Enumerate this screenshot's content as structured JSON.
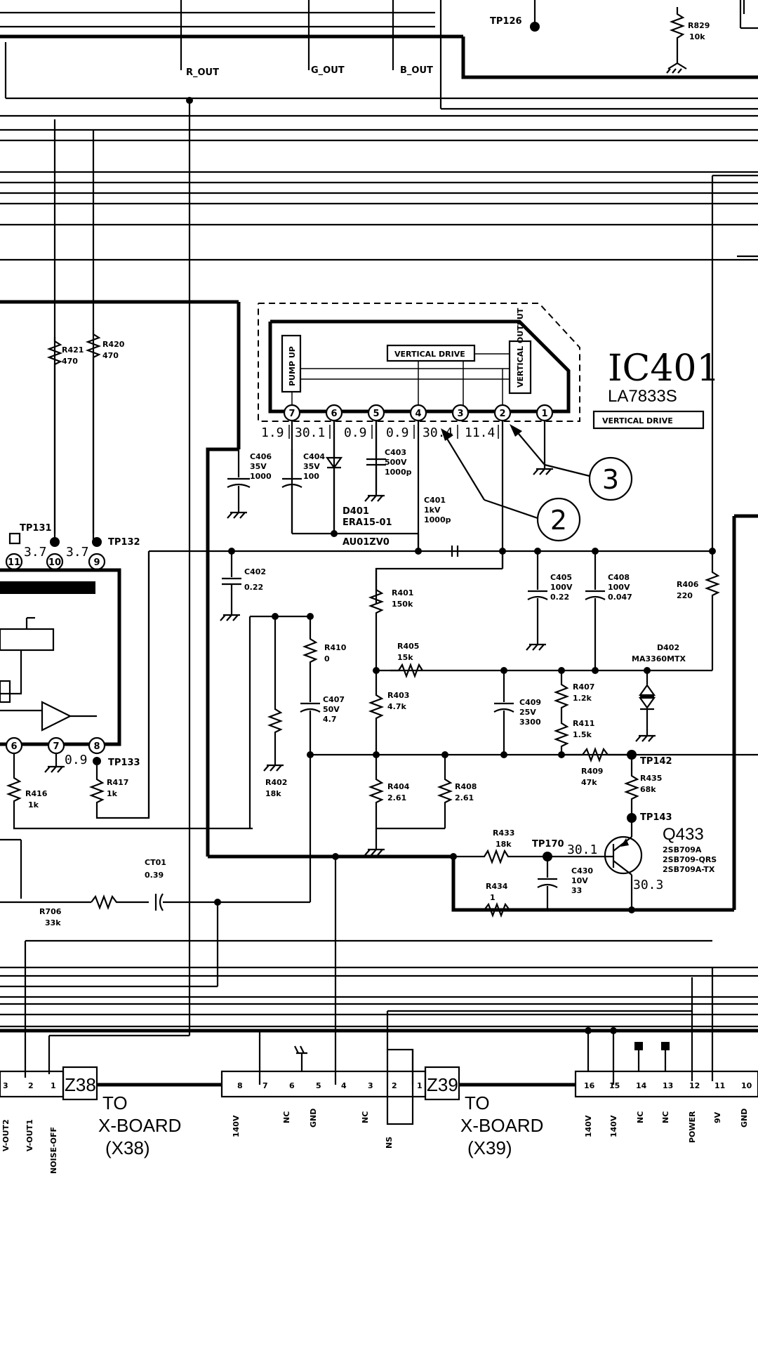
{
  "top": {
    "r_out": "R_OUT",
    "g_out": "G_OUT",
    "b_out": "B_OUT",
    "tp126": "TP126",
    "r829_name": "R829",
    "r829_value": "10k"
  },
  "ic401": {
    "ref": "IC401",
    "part": "LA7833S",
    "func_box": "VERTICAL DRIVE",
    "inner_block": "VERTICAL DRIVE",
    "pump_up": "PUMP UP",
    "output": "VERTICAL OUTPUT",
    "pins": [
      "7",
      "6",
      "5",
      "4",
      "3",
      "2",
      "1"
    ],
    "pin_voltages": [
      "1.9",
      "30.1",
      "0.9",
      "0.9",
      "30.4",
      "11.4"
    ]
  },
  "callouts": {
    "c2": "2",
    "c3": "3"
  },
  "parts": {
    "r421": "R421",
    "r421_v": "470",
    "r420": "R420",
    "r420_v": "470",
    "c406": "C406",
    "c406_v1": "35V",
    "c406_v2": "1000",
    "c404": "C404",
    "c404_v1": "35V",
    "c404_v2": "100",
    "c403": "C403",
    "c403_v1": "500V",
    "c403_v2": "1000p",
    "d401": "D401",
    "d401_v1": "ERA15-01",
    "d401_v2": "AU01ZV0",
    "c401": "C401",
    "c401_v1": "1kV",
    "c401_v2": "1000p",
    "c402": "C402",
    "c402_v": "0.22",
    "r401": "R401",
    "r401_v": "150k",
    "r410": "R410",
    "r410_v": "0",
    "c407": "C407",
    "c407_v1": "50V",
    "c407_v2": "4.7",
    "r405": "R405",
    "r405_v": "15k",
    "r403": "R403",
    "r403_v": "4.7k",
    "c405": "C405",
    "c405_v1": "100V",
    "c405_v2": "0.22",
    "c408": "C408",
    "c408_v1": "100V",
    "c408_v2": "0.047",
    "r406": "R406",
    "r406_v": "220",
    "d402": "D402",
    "d402_v": "MA3360MTX",
    "c409": "C409",
    "c409_v1": "25V",
    "c409_v2": "3300",
    "r407": "R407",
    "r407_v": "1.2k",
    "r411": "R411",
    "r411_v": "1.5k",
    "r409": "R409",
    "r409_v": "47k",
    "tp142": "TP142",
    "r435": "R435",
    "r435_v": "68k",
    "tp143": "TP143",
    "r402": "R402",
    "r402_v": "18k",
    "r404": "R404",
    "r404_v": "2.61",
    "r408": "R408",
    "r408_v": "2.61",
    "r433": "R433",
    "r433_v": "18k",
    "tp170": "TP170",
    "c430": "C430",
    "c430_v1": "10V",
    "c430_v2": "33",
    "r434": "R434",
    "r434_v": "1",
    "q433": "Q433",
    "q433_p1": "2SB709A",
    "q433_p2": "2SB709-QRS",
    "q433_p3": "2SB709A-TX",
    "q_volt_b": "30.1",
    "q_volt_e": "30.3",
    "ct01": "CT01",
    "ct01_v": "0.39",
    "r706": "R706",
    "r706_v": "33k",
    "tp131": "TP131",
    "tp132": "TP132",
    "tp133": "TP133",
    "r416": "R416",
    "r416_v": "1k",
    "r417": "R417",
    "r417_v": "1k",
    "v37a": "3.7",
    "v37b": "3.7",
    "v09": "0.9",
    "pin11": "11",
    "pin10": "10",
    "pin9": "9",
    "pin6": "6",
    "pin7": "7",
    "pin8": "8"
  },
  "connectors": {
    "z38": "Z38",
    "z38_to": "TO",
    "z38_board": "X-BOARD",
    "z38_x": "(X38)",
    "z39": "Z39",
    "z39_to": "TO",
    "z39_board": "X-BOARD",
    "z39_x": "(X39)",
    "z38_pins": [
      "3",
      "2",
      "1"
    ],
    "z38_signals": [
      "V-OUT2",
      "V-OUT1",
      "NOISE-OFF"
    ],
    "mid_pins": [
      "8",
      "7",
      "6",
      "5",
      "4",
      "3",
      "2",
      "1"
    ],
    "mid_signals": [
      "140V",
      "NC",
      "GND",
      "NC",
      "NS"
    ],
    "right_pins": [
      "16",
      "15",
      "14",
      "13",
      "12",
      "11",
      "10"
    ],
    "right_signals": [
      "140V",
      "140V",
      "NC",
      "NC",
      "POWER",
      "9V",
      "GND"
    ]
  }
}
